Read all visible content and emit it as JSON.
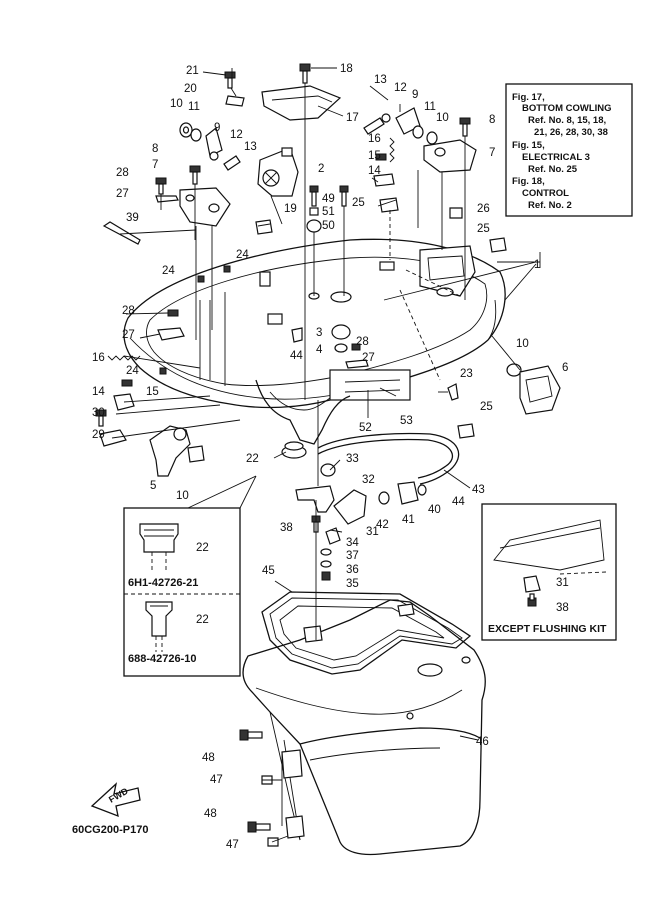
{
  "diagram_code": "60CG200-P170",
  "reference_box": {
    "lines": [
      "Fig. 17,",
      "BOTTOM COWLING",
      "Ref. No. 8, 15, 18,",
      "21, 26, 28, 30, 38",
      "Fig. 15,",
      "ELECTRICAL 3",
      "Ref. No. 25",
      "Fig. 18,",
      "CONTROL",
      "Ref. No. 2"
    ]
  },
  "inset_grommets": {
    "labels": [
      "22",
      "22"
    ],
    "codes": [
      "6H1-42726-21",
      "688-42726-10"
    ]
  },
  "inset_flushing": {
    "caption": "EXCEPT FLUSHING KIT",
    "labels": [
      "31",
      "38"
    ]
  },
  "fwd_label": "FWD",
  "callouts": [
    "21",
    "18",
    "20",
    "17",
    "10",
    "11",
    "9",
    "12",
    "13",
    "8",
    "28",
    "7",
    "27",
    "19",
    "39",
    "13",
    "12",
    "9",
    "11",
    "10",
    "8",
    "16",
    "15",
    "14",
    "2",
    "49",
    "51",
    "50",
    "25",
    "26",
    "7",
    "25",
    "1",
    "24",
    "24",
    "28",
    "27",
    "16",
    "14",
    "15",
    "24",
    "30",
    "29",
    "5",
    "10",
    "3",
    "4",
    "28",
    "27",
    "44",
    "23",
    "52",
    "53",
    "25",
    "10",
    "6",
    "22",
    "33",
    "32",
    "43",
    "40",
    "44",
    "41",
    "42",
    "31",
    "38",
    "34",
    "37",
    "36",
    "35",
    "45",
    "46",
    "48",
    "47",
    "48",
    "47"
  ]
}
